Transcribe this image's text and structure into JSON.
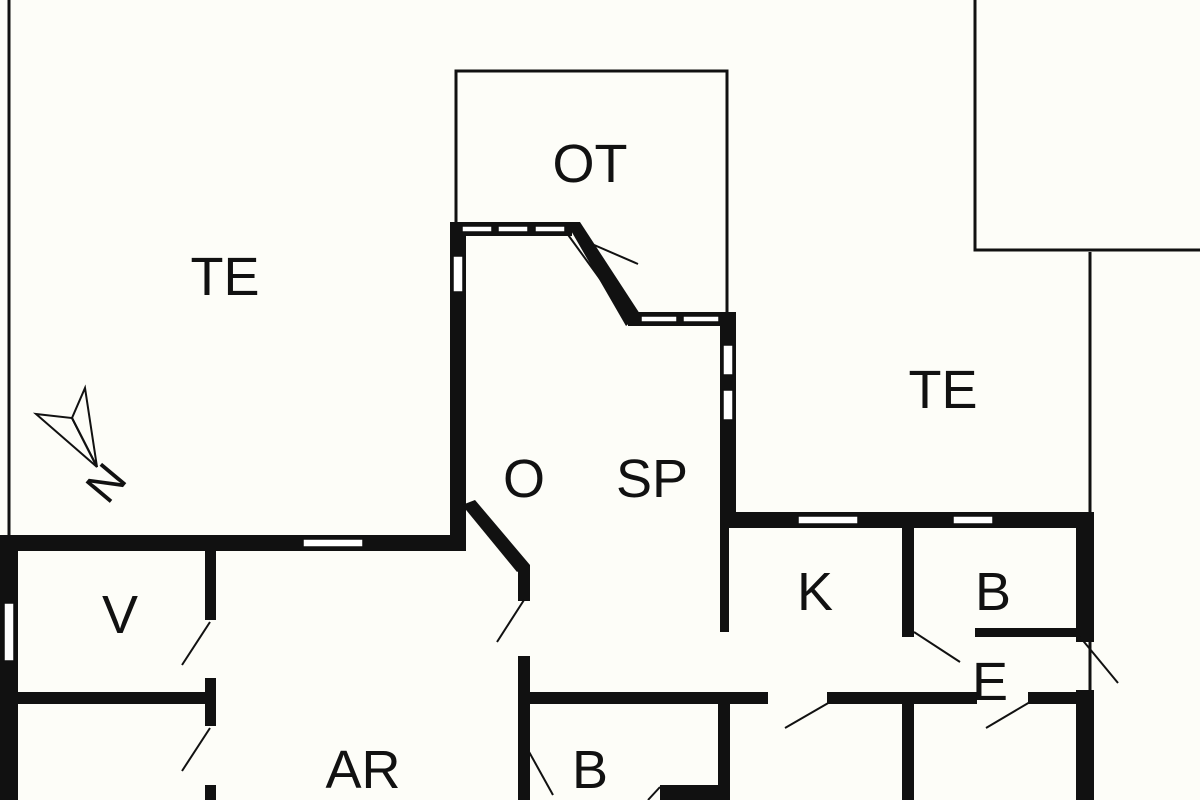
{
  "floor_plan": {
    "colors": {
      "background": "#fdfdf8",
      "wall": "#111111",
      "thin_line": "#111111",
      "window_fill": "#ffffff"
    },
    "rooms": [
      {
        "id": "te-left",
        "label": "TE"
      },
      {
        "id": "ot",
        "label": "OT"
      },
      {
        "id": "te-right",
        "label": "TE"
      },
      {
        "id": "o",
        "label": "O"
      },
      {
        "id": "sp",
        "label": "SP"
      },
      {
        "id": "k",
        "label": "K"
      },
      {
        "id": "b-top",
        "label": "B"
      },
      {
        "id": "v",
        "label": "V"
      },
      {
        "id": "e",
        "label": "E"
      },
      {
        "id": "ar",
        "label": "AR"
      },
      {
        "id": "b-bottom",
        "label": "B"
      }
    ],
    "compass": {
      "label": "N",
      "icon": "north-arrow-icon"
    }
  }
}
